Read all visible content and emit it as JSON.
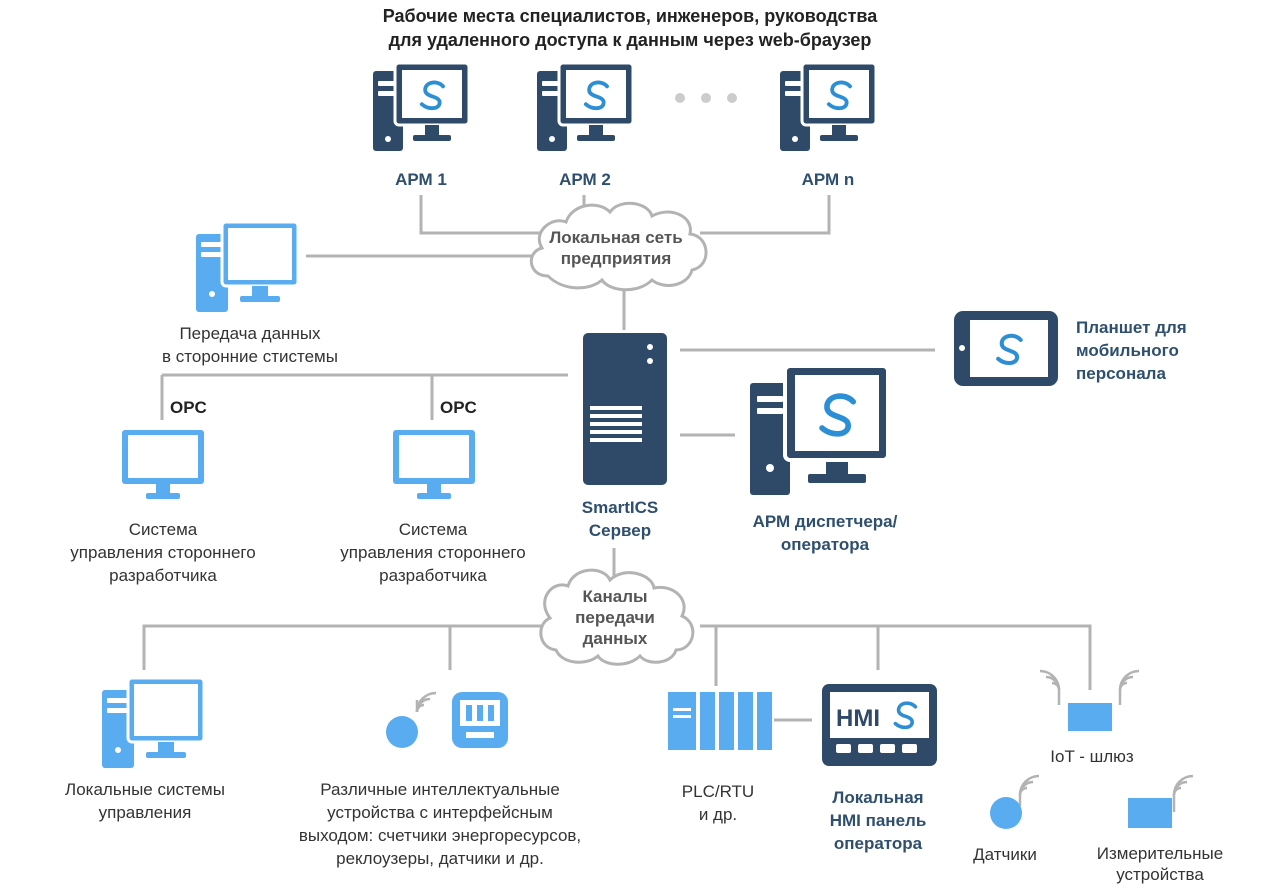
{
  "header": {
    "line1": "Рабочие места специалистов, инженеров, руководства",
    "line2": "для удаленного доступа к данным через web-браузер"
  },
  "workstations": [
    {
      "label": "АРМ 1"
    },
    {
      "label": "АРМ 2"
    },
    {
      "label": "АРМ n"
    }
  ],
  "lan_cloud": {
    "line1": "Локальная сеть",
    "line2": "предприятия"
  },
  "channels_cloud": {
    "line1": "Каналы",
    "line2": "передачи",
    "line3": "данных"
  },
  "data_transfer": {
    "line1": "Передача данных",
    "line2": "в сторонние стистемы"
  },
  "opc_label": "OPC",
  "third_party": {
    "line1": "Система",
    "line2": "управления стороннего",
    "line3": "разработчика"
  },
  "server": {
    "line1": "SmartICS",
    "line2": "Сервер"
  },
  "tablet": {
    "line1": "Планшет для",
    "line2": "мобильного",
    "line3": "персонала"
  },
  "dispatcher": {
    "line1": "АРМ диспетчера/",
    "line2": "оператора"
  },
  "local_control": {
    "line1": "Локальные системы",
    "line2": "управления"
  },
  "smart_devices": {
    "line1": "Различные интеллектуальные",
    "line2": "устройства с интерфейсным",
    "line3": "выходом: счетчики энергоресурсов,",
    "line4": "реклоузеры, датчики и др."
  },
  "plc": {
    "line1": "PLC/RTU",
    "line2": "и др."
  },
  "hmi": {
    "line1": "Локальная",
    "line2": "HMI панель",
    "line3": "оператора",
    "screen_text": "HMI"
  },
  "iot": {
    "label": "IoT - шлюз"
  },
  "sensors": {
    "label": "Датчики"
  },
  "meters": {
    "line1": "Измерительные",
    "line2": "устройства"
  },
  "colors": {
    "dark": "#2f4a68",
    "light": "#5aacf0",
    "line": "#b3b3b3",
    "accent_blue": "#2c8fd6"
  }
}
